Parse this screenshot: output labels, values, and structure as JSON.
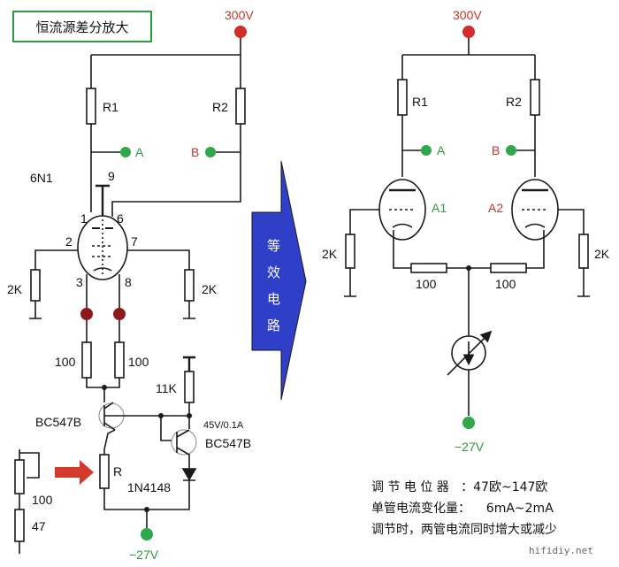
{
  "title": "恒流源差分放大",
  "left": {
    "supply": "300V",
    "r1": "R1",
    "r2": "R2",
    "node_a": "A",
    "node_b": "B",
    "tube": "6N1",
    "pin9": "9",
    "pin1": "1",
    "pin6": "6",
    "pin2": "2",
    "pin7": "7",
    "pin3": "3",
    "pin8": "8",
    "grid_r_left": "2K",
    "grid_r_right": "2K",
    "cathode_r_left": "100",
    "cathode_r_right": "100",
    "r_11k": "11K",
    "q1": "BC547B",
    "q2": "BC547B",
    "q2_rating": "45V/0.1A",
    "r_emitter": "R",
    "diode": "1N4148",
    "pot": "100",
    "r_47": "47",
    "neg_supply": "−27V"
  },
  "arrow_text": [
    "等",
    "效",
    "电",
    "路"
  ],
  "right": {
    "supply": "300V",
    "r1": "R1",
    "r2": "R2",
    "node_a": "A",
    "node_b": "B",
    "tube_a1": "A1",
    "tube_a2": "A2",
    "grid_r_left": "2K",
    "grid_r_right": "2K",
    "cathode_r_left": "100",
    "cathode_r_right": "100",
    "neg_supply": "−27V"
  },
  "notes": [
    "调 节 电 位 器   ：47欧~147欧",
    "单管电流变化量：    6mA~2mA",
    "调节时，两管电流同时增大或减少"
  ],
  "watermark": "hifidiy.net",
  "colors": {
    "red_node": "#d42b2b",
    "green_node": "#2fa84a",
    "dark_red_node": "#8b1a1a",
    "arrow_fill": "#2f3fc8",
    "title_border": "#2e9a3c",
    "label_red": "#c0392b",
    "label_green": "#2e9a3c",
    "wire": "#1a1a1a"
  }
}
